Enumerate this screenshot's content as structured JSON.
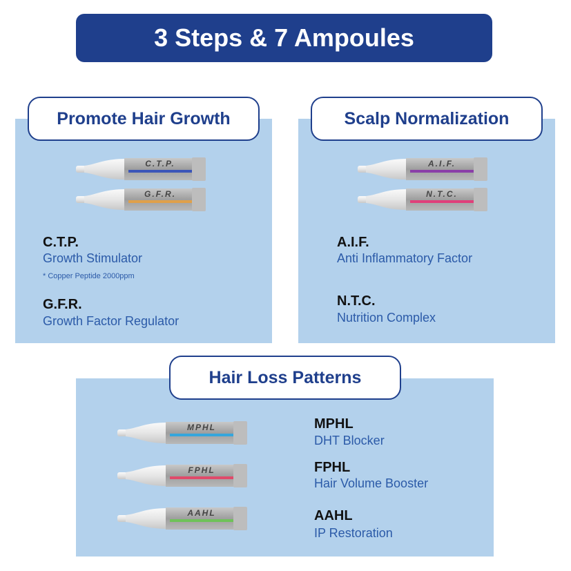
{
  "title": "3 Steps & 7 Ampoules",
  "colors": {
    "navy": "#1f3f8c",
    "panel": "#b3d1ec",
    "accent_text": "#2b5aa8"
  },
  "panels": {
    "growth": {
      "label": "Promote Hair Growth",
      "ampoules": [
        {
          "label": "C.T.P.",
          "stripe": "#3b55b8"
        },
        {
          "label": "G.F.R.",
          "stripe": "#e0a04a"
        }
      ],
      "items": [
        {
          "code": "C.T.P.",
          "desc": "Growth Stimulator",
          "note": "* Copper Peptide 2000ppm"
        },
        {
          "code": "G.F.R.",
          "desc": "Growth Factor Regulator"
        }
      ]
    },
    "scalp": {
      "label": "Scalp Normalization",
      "ampoules": [
        {
          "label": "A.I.F.",
          "stripe": "#8a3fa8"
        },
        {
          "label": "N.T.C.",
          "stripe": "#e0407a"
        }
      ],
      "items": [
        {
          "code": "A.I.F.",
          "desc": "Anti Inflammatory Factor"
        },
        {
          "code": "N.T.C.",
          "desc": "Nutrition Complex"
        }
      ]
    },
    "loss": {
      "label": "Hair Loss Patterns",
      "ampoules": [
        {
          "label": "MPHL",
          "stripe": "#35a6dc"
        },
        {
          "label": "FPHL",
          "stripe": "#e04a6a"
        },
        {
          "label": "AAHL",
          "stripe": "#6fc25a"
        }
      ],
      "items": [
        {
          "code": "MPHL",
          "desc": "DHT Blocker"
        },
        {
          "code": "FPHL",
          "desc": "Hair Volume Booster"
        },
        {
          "code": "AAHL",
          "desc": "IP Restoration"
        }
      ]
    }
  }
}
